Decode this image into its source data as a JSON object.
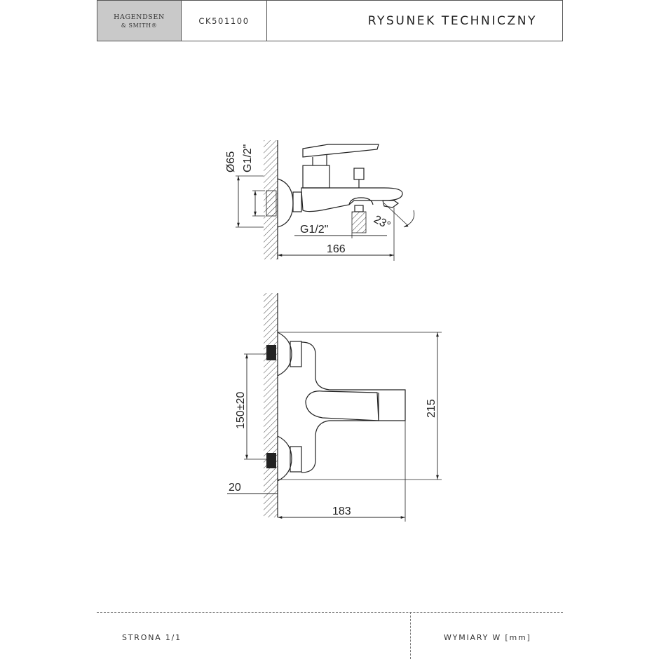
{
  "header": {
    "brand_line1": "HAGENDSEN",
    "brand_line2": "& SMITH®",
    "product_code": "CK501100",
    "title": "RYSUNEK TECHNICZNY"
  },
  "drawing": {
    "dims": {
      "diameter": "Ø65",
      "thread_top": "G1/2\"",
      "thread_bottom": "G1/2\"",
      "angle": "23°",
      "depth_side": "166",
      "spacing": "150±20",
      "height": "215",
      "wall_offset": "20",
      "depth_top": "183"
    }
  },
  "footer": {
    "page": "STRONA 1/1",
    "units": "WYMIARY W [mm]"
  }
}
